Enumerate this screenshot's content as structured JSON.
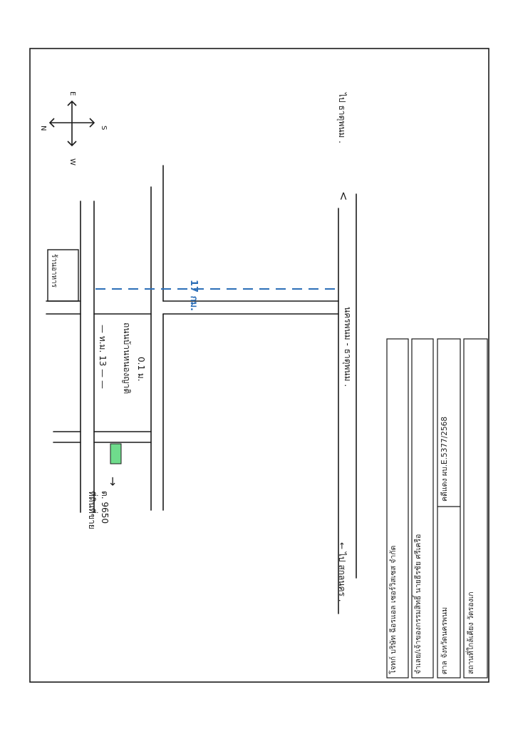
{
  "compass": {
    "north": "N",
    "south": "S",
    "east": "E",
    "west": "W"
  },
  "labels": {
    "to_dhatu_phanom": "ไป ธาตุพนม .",
    "direction_arrow": "<",
    "road_main": "นครพนม - ธาตุพนม .",
    "to_sakon": "← ไป สกลนคร .",
    "distance_blue": "17 กม.",
    "landmark_box": "ร้านอาหาร",
    "soi_label": "— ท.ม. 13 — —",
    "branch_label": "ถนนบ้านหนองญาติ",
    "distance_right": "0.1 ม.",
    "property_arrow": "→",
    "property_note_1": "ที่ดินที่ขาย",
    "property_note_2": "ต. 9650"
  },
  "info_table": {
    "plaintiff": "โจทก์  บริษัท ฉีอรแอล เซอร์วิสเซส จำกัด",
    "defendant": "จำเลย/เจ้าของกรรมสิทธิ์   นายธีรชัย ศรีเครือ",
    "court": "ศาล จังหวัดนครพนม",
    "case_no": "คดีแดง  ผบ.E.5377/2568",
    "place": "สถานที่ใกล้เคียง  วัดรองเก"
  },
  "colors": {
    "ink": "#1a1a1a",
    "blue_dashed": "#2c6fb8",
    "property_fill": "#6fdc8c"
  }
}
